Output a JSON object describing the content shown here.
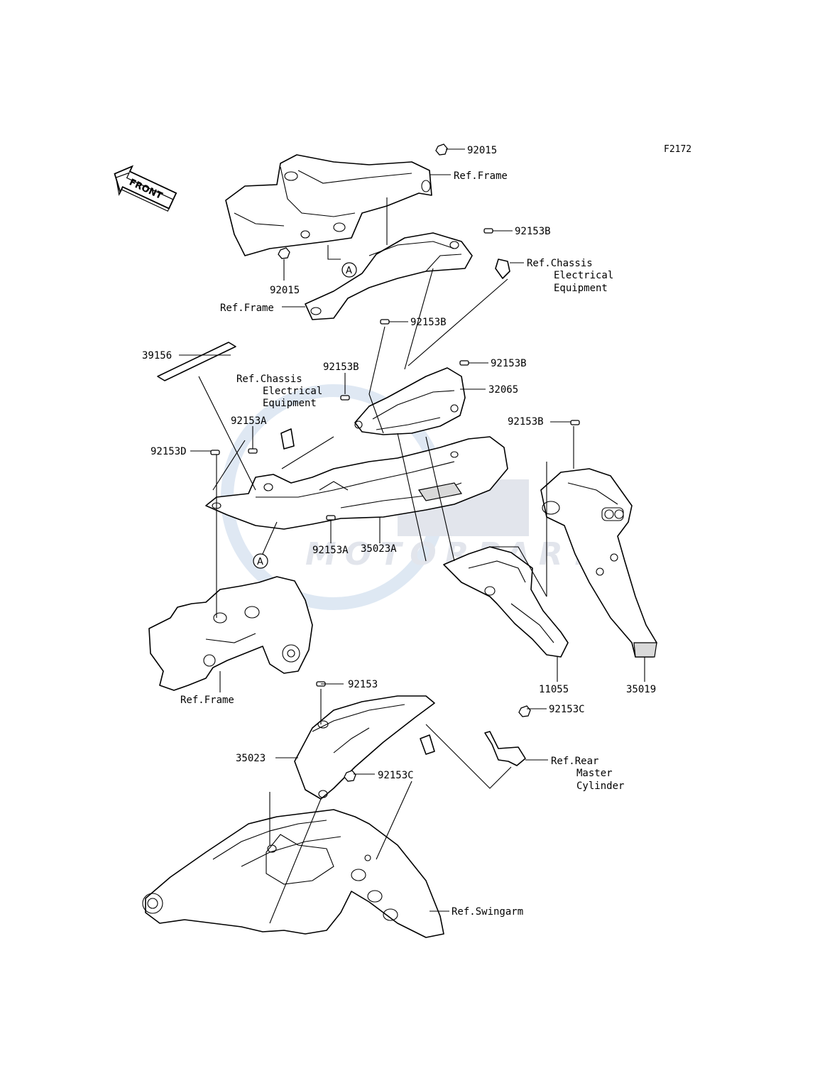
{
  "figure_code": "F2172",
  "front_arrow_label": "FRONT",
  "watermark": {
    "brand": "MOTORPARTS"
  },
  "callout_letter": "A",
  "labels": {
    "p92015_top": "92015",
    "ref_frame_top": "Ref.Frame",
    "p92015_left": "92015",
    "ref_frame_mid": "Ref.Frame",
    "p92153B_1": "92153B",
    "ref_chassis_1": [
      "Ref.Chassis",
      "Electrical",
      "Equipment"
    ],
    "p92153B_2": "92153B",
    "p39156": "39156",
    "p92153B_3": "92153B",
    "p92153B_4": "92153B",
    "p32065": "32065",
    "ref_chassis_2": [
      "Ref.Chassis",
      "Electrical",
      "Equipment"
    ],
    "p92153A_1": "92153A",
    "p92153B_5": "92153B",
    "p92153D": "92153D",
    "p35023A": "35023A",
    "p92153A_2": "92153A",
    "p11055": "11055",
    "p35019": "35019",
    "ref_frame_bottom": "Ref.Frame",
    "p92153": "92153",
    "p92153C_1": "92153C",
    "p35023": "35023",
    "p92153C_2": "92153C",
    "ref_rear_master": [
      "Ref.Rear",
      "Master",
      "Cylinder"
    ],
    "ref_swingarm": "Ref.Swingarm"
  }
}
